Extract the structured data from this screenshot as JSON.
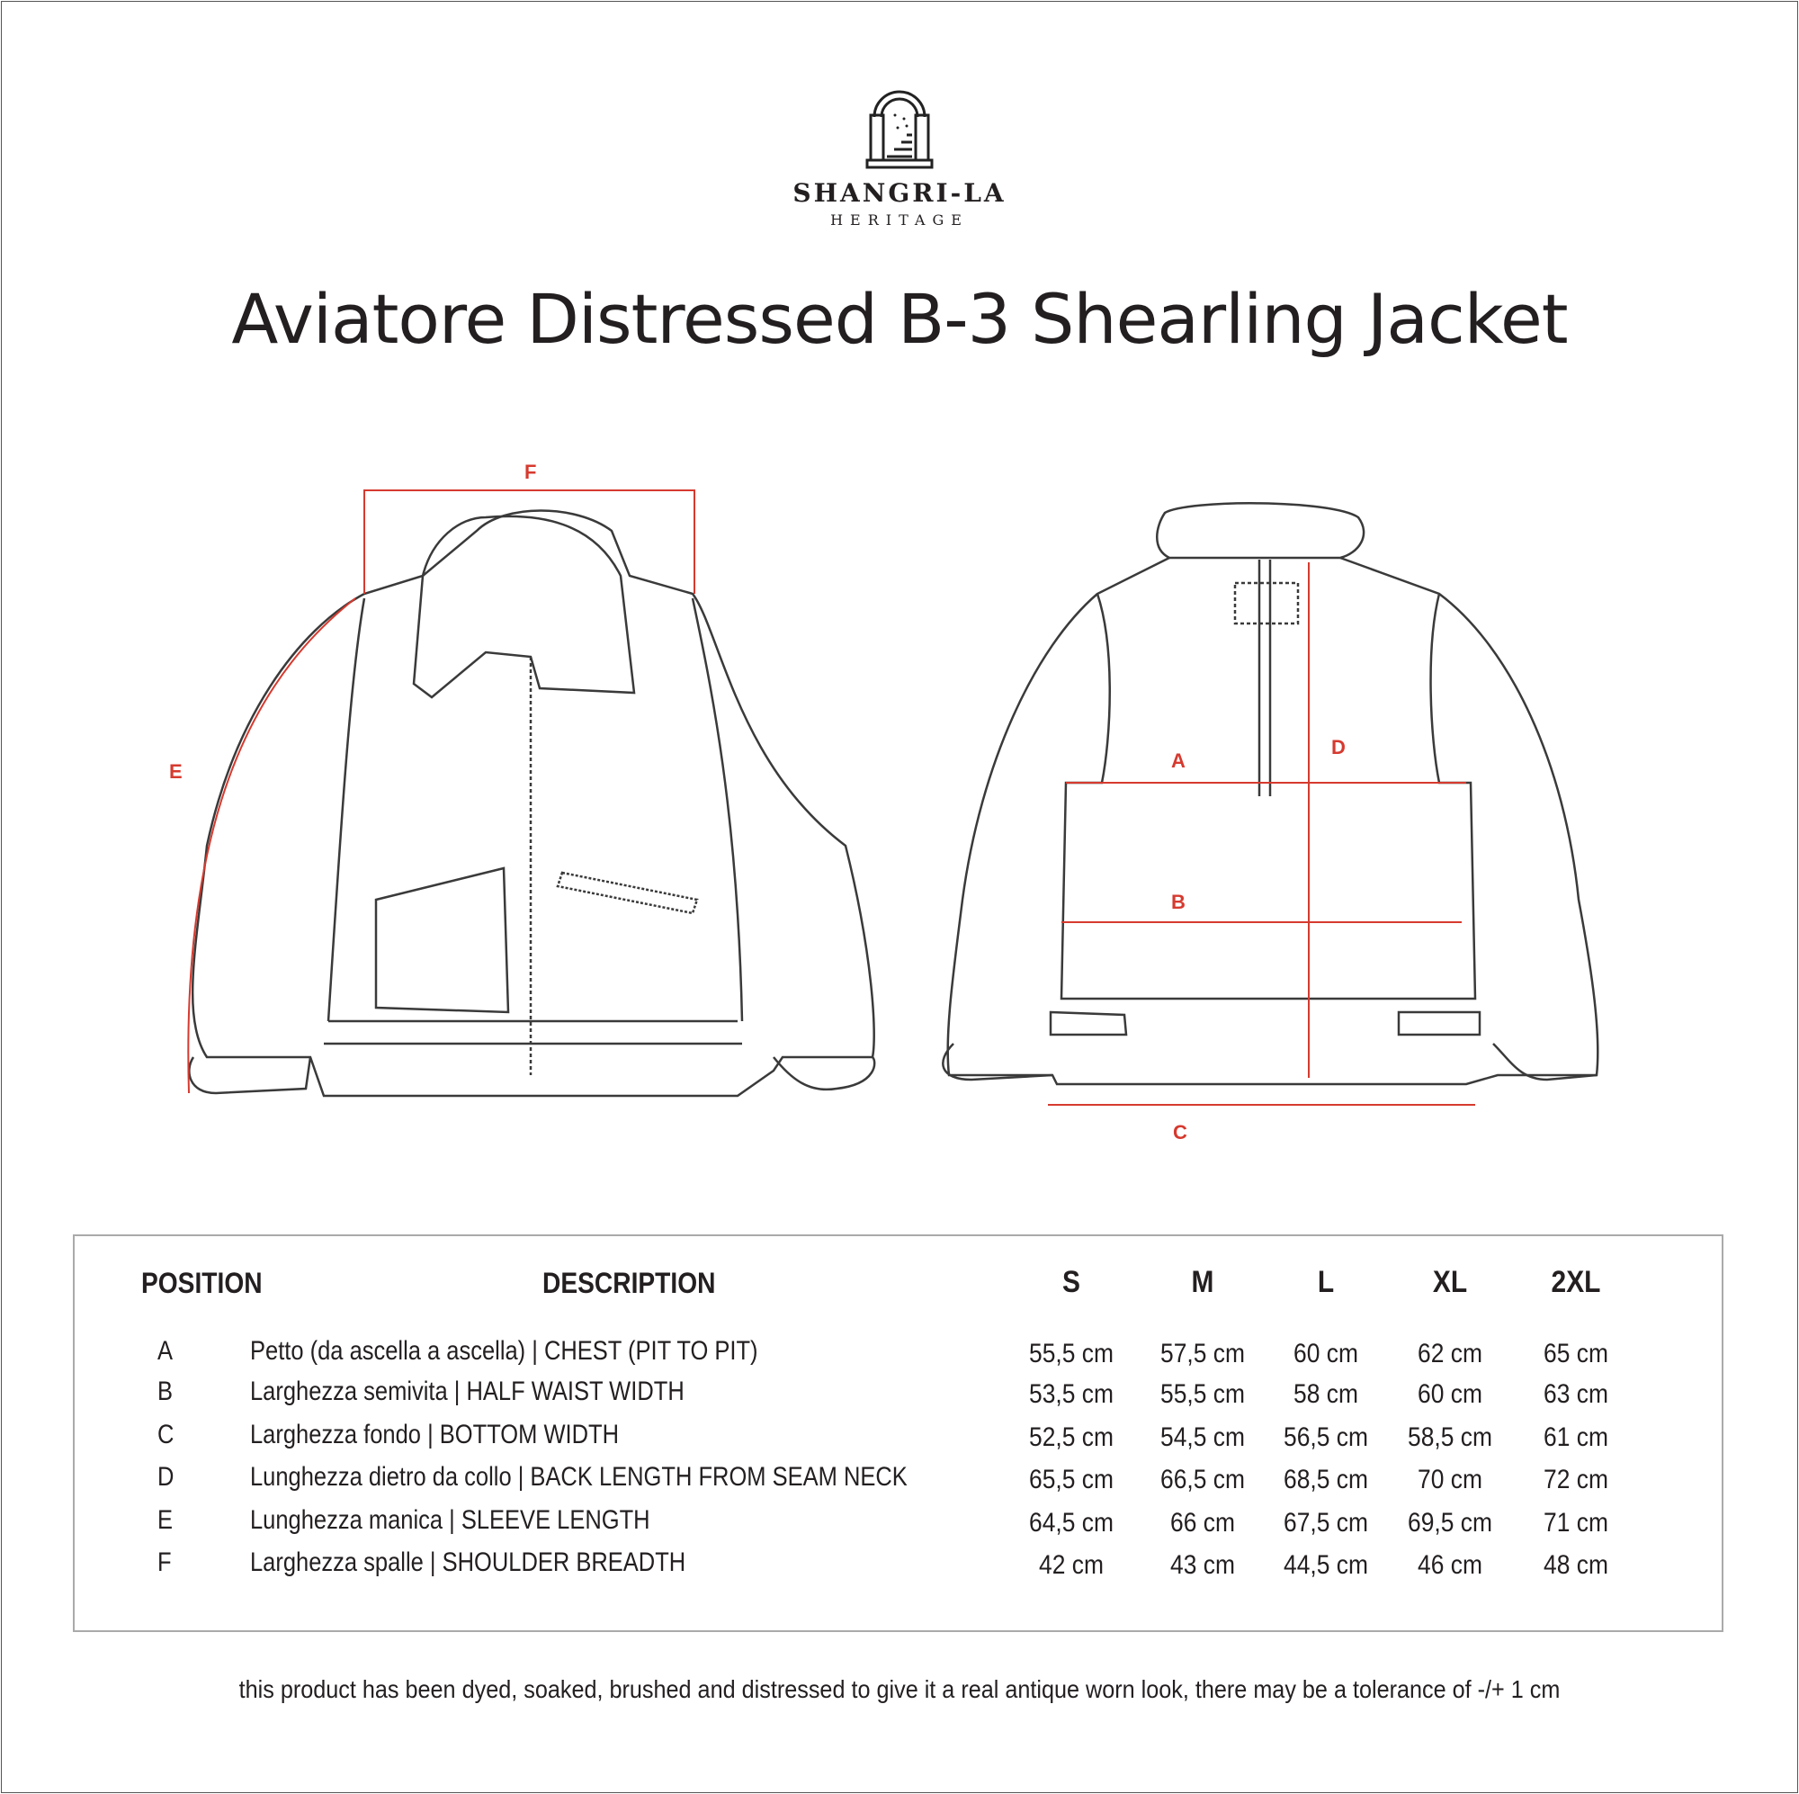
{
  "brand": {
    "name": "SHANGRI-LA",
    "sub": "HERITAGE"
  },
  "title": "Aviatore Distressed B-3 Shearling Jacket",
  "diagram_labels": {
    "A": "A",
    "B": "B",
    "C": "C",
    "D": "D",
    "E": "E",
    "F": "F"
  },
  "colors": {
    "measure": "#d63a2f",
    "outline": "#3a3a3a"
  },
  "table": {
    "headers": {
      "position": "POSITION",
      "description": "DESCRIPTION",
      "sizes": [
        "S",
        "M",
        "L",
        "XL",
        "2XL"
      ]
    },
    "rows": [
      {
        "pos": "A",
        "desc": "Petto (da ascella a ascella)  |  CHEST (PIT TO PIT)",
        "values": [
          "55,5 cm",
          "57,5 cm",
          "60 cm",
          "62 cm",
          "65 cm"
        ]
      },
      {
        "pos": "B",
        "desc": "Larghezza semivita  |  HALF WAIST WIDTH",
        "values": [
          "53,5 cm",
          "55,5 cm",
          "58 cm",
          "60 cm",
          "63 cm"
        ]
      },
      {
        "pos": "C",
        "desc": "Larghezza fondo |  BOTTOM  WIDTH",
        "values": [
          "52,5 cm",
          "54,5 cm",
          "56,5 cm",
          "58,5 cm",
          "61 cm"
        ]
      },
      {
        "pos": "D",
        "desc": "Lunghezza dietro da collo |  BACK LENGTH FROM SEAM NECK",
        "values": [
          "65,5 cm",
          "66,5 cm",
          "68,5 cm",
          "70 cm",
          "72 cm"
        ]
      },
      {
        "pos": "E",
        "desc": "Lunghezza manica |  SLEEVE LENGTH",
        "values": [
          "64,5 cm",
          "66 cm",
          "67,5 cm",
          "69,5 cm",
          "71 cm"
        ]
      },
      {
        "pos": "F",
        "desc": "Larghezza spalle  |  SHOULDER BREADTH",
        "values": [
          "42 cm",
          "43 cm",
          "44,5 cm",
          "46 cm",
          "48 cm"
        ]
      }
    ]
  },
  "note": "this product  has been dyed, soaked, brushed and distressed to give it a real antique worn look, there may be a tolerance of  -/+ 1 cm"
}
